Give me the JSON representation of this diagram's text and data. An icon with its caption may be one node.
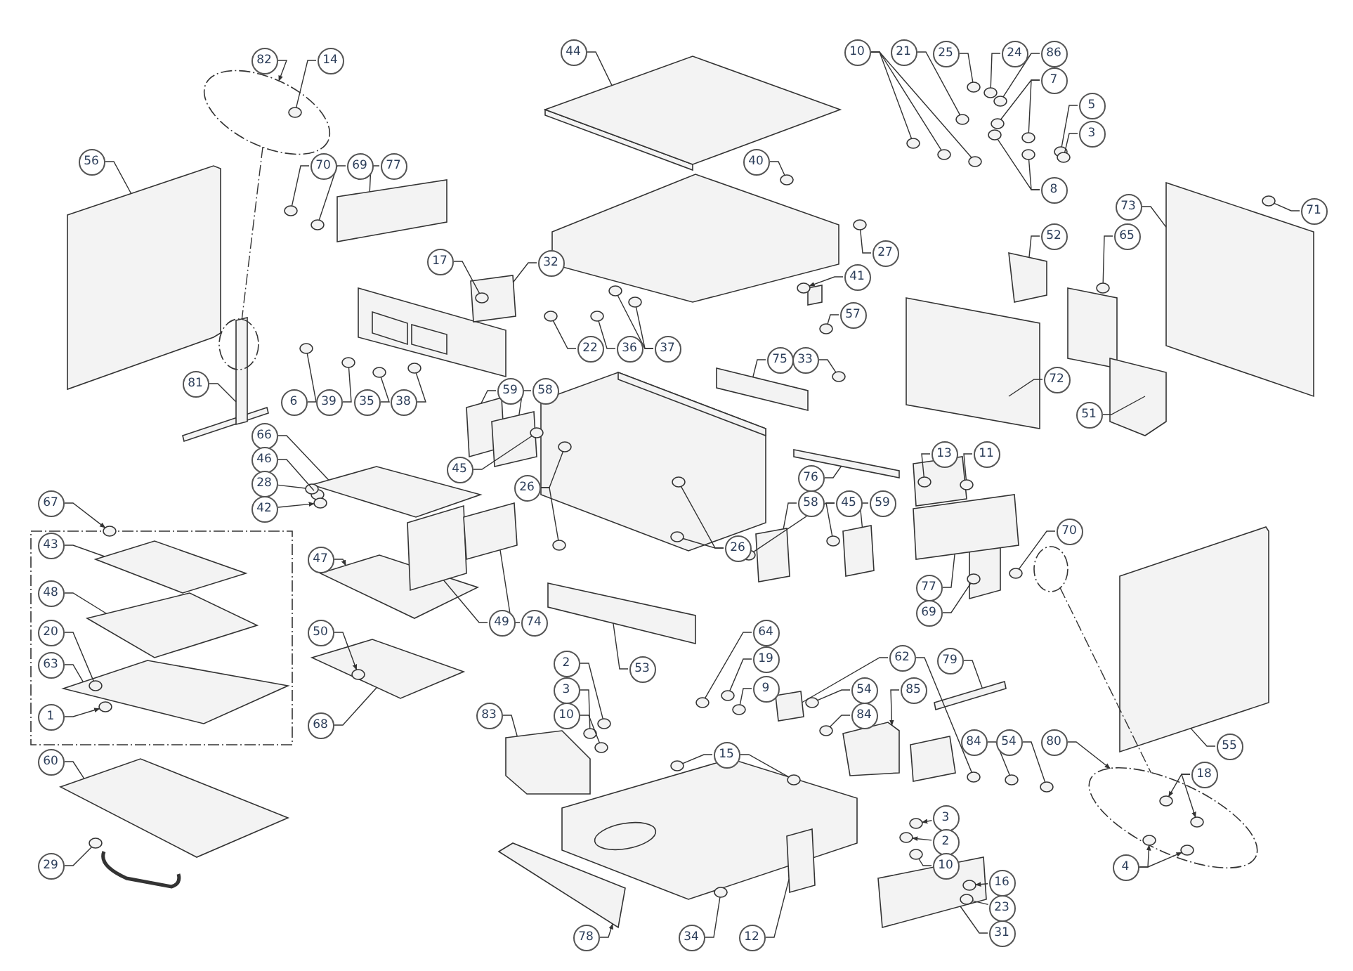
{
  "diagram": {
    "nodes": [
      {
        "text": [
          "82"
        ]
      },
      {
        "text": [
          "14"
        ]
      },
      {
        "text": [
          "44"
        ]
      },
      {
        "text": [
          "10"
        ]
      },
      {
        "text": [
          "21"
        ]
      },
      {
        "text": [
          "25"
        ]
      },
      {
        "text": [
          "24"
        ]
      },
      {
        "text": [
          "86"
        ]
      },
      {
        "text": [
          "7"
        ]
      },
      {
        "text": [
          "5"
        ]
      },
      {
        "text": [
          "3"
        ]
      },
      {
        "text": [
          "56"
        ]
      },
      {
        "text": [
          "70"
        ]
      },
      {
        "text": [
          "69"
        ]
      },
      {
        "text": [
          "77"
        ]
      },
      {
        "text": [
          "40"
        ]
      },
      {
        "text": [
          "8"
        ]
      },
      {
        "text": [
          "73"
        ]
      },
      {
        "text": [
          "71"
        ]
      },
      {
        "text": [
          "52"
        ]
      },
      {
        "text": [
          "65"
        ]
      },
      {
        "text": [
          "27"
        ]
      },
      {
        "text": [
          "17"
        ]
      },
      {
        "text": [
          "32"
        ]
      },
      {
        "text": [
          "41"
        ]
      },
      {
        "text": [
          "57"
        ]
      },
      {
        "text": [
          "22"
        ]
      },
      {
        "text": [
          "36"
        ]
      },
      {
        "text": [
          "37"
        ]
      },
      {
        "text": [
          "75"
        ]
      },
      {
        "text": [
          "33"
        ]
      },
      {
        "text": [
          "72"
        ]
      },
      {
        "text": [
          "81"
        ]
      },
      {
        "text": [
          "6"
        ]
      },
      {
        "text": [
          "39"
        ]
      },
      {
        "text": [
          "35"
        ]
      },
      {
        "text": [
          "38"
        ]
      },
      {
        "text": [
          "59"
        ]
      },
      {
        "text": [
          "58"
        ]
      },
      {
        "text": [
          "51"
        ]
      },
      {
        "text": [
          "66"
        ]
      },
      {
        "text": [
          "13"
        ]
      },
      {
        "text": [
          "11"
        ]
      },
      {
        "text": [
          "46"
        ]
      },
      {
        "text": [
          "45"
        ]
      },
      {
        "text": [
          "76"
        ]
      },
      {
        "text": [
          "28"
        ]
      },
      {
        "text": [
          "26"
        ]
      },
      {
        "text": [
          "42"
        ]
      },
      {
        "text": [
          "67"
        ]
      },
      {
        "text": [
          "58"
        ]
      },
      {
        "text": [
          "45"
        ]
      },
      {
        "text": [
          "59"
        ]
      },
      {
        "text": [
          "70"
        ]
      },
      {
        "text": [
          "43"
        ]
      },
      {
        "text": [
          "26"
        ]
      },
      {
        "text": [
          "47"
        ]
      },
      {
        "text": [
          "77"
        ]
      },
      {
        "text": [
          "48"
        ]
      },
      {
        "text": [
          "69"
        ]
      },
      {
        "text": [
          "49"
        ]
      },
      {
        "text": [
          "74"
        ]
      },
      {
        "text": [
          "64"
        ]
      },
      {
        "text": [
          "20"
        ]
      },
      {
        "text": [
          "50"
        ]
      },
      {
        "text": [
          "79"
        ]
      },
      {
        "text": [
          "53"
        ]
      },
      {
        "text": [
          "62"
        ]
      },
      {
        "text": [
          "19"
        ]
      },
      {
        "text": [
          "2"
        ]
      },
      {
        "text": [
          "63"
        ]
      },
      {
        "text": [
          "9"
        ]
      },
      {
        "text": [
          "3"
        ]
      },
      {
        "text": [
          "54"
        ]
      },
      {
        "text": [
          "85"
        ]
      },
      {
        "text": [
          "10"
        ]
      },
      {
        "text": [
          "83"
        ]
      },
      {
        "text": [
          "84"
        ]
      },
      {
        "text": [
          "1"
        ]
      },
      {
        "text": [
          "68"
        ]
      },
      {
        "text": [
          "84"
        ]
      },
      {
        "text": [
          "54"
        ]
      },
      {
        "text": [
          "80"
        ]
      },
      {
        "text": [
          "55"
        ]
      },
      {
        "text": [
          "15"
        ]
      },
      {
        "text": [
          "60"
        ]
      },
      {
        "text": [
          "18"
        ]
      },
      {
        "text": [
          "3"
        ]
      },
      {
        "text": [
          "2"
        ]
      },
      {
        "text": [
          "29"
        ]
      },
      {
        "text": [
          "10"
        ]
      },
      {
        "text": [
          "4"
        ]
      },
      {
        "text": [
          "16"
        ]
      },
      {
        "text": [
          "23"
        ]
      },
      {
        "text": [
          "31"
        ]
      },
      {
        "text": [
          "78"
        ]
      },
      {
        "text": [
          "34"
        ]
      },
      {
        "text": [
          "12"
        ]
      },
      {
        "text": [],
        "shape": "circle"
      },
      {
        "text": [],
        "shape": "circle",
        "in": 98
      },
      {
        "text": [],
        "shape": "diamond"
      },
      {
        "text": [],
        "shape": "circle"
      },
      {
        "text": [],
        "shape": "circle"
      },
      {
        "text": [],
        "shape": "circle"
      },
      {
        "text": [],
        "shape": "circle"
      },
      {
        "text": [],
        "shape": "circle"
      },
      {
        "text": [],
        "shape": "circle"
      },
      {
        "text": [],
        "shape": "circle"
      },
      {
        "text": [],
        "shape": "circle"
      },
      {
        "text": [],
        "shape": "circle"
      },
      {
        "text": [],
        "shape": "circle"
      },
      {
        "text": [],
        "shape": "circle"
      },
      {
        "text": [],
        "shape": "box"
      },
      {
        "text": [],
        "shape": "circle"
      },
      {
        "text": [],
        "shape": "circle"
      },
      {
        "text": [],
        "shape": "box"
      },
      {
        "text": [],
        "shape": "circle"
      },
      {
        "text": [],
        "shape": "circle"
      },
      {
        "text": [],
        "shape": "circle"
      },
      {
        "text": [],
        "shape": "box"
      },
      {
        "text": [],
        "shape": "circle"
      },
      {
        "text": [],
        "shape": "box"
      },
      {
        "text": [],
        "shape": "circle"
      },
      {
        "text": [],
        "shape": "circle"
      },
      {
        "text": [],
        "shape": "circle",
        "in": 125
      },
      {
        "text": [],
        "shape": "box"
      },
      {
        "text": [],
        "shape": "circle"
      },
      {
        "text": [],
        "shape": "circle"
      },
      {
        "text": [],
        "shape": "circle"
      },
      {
        "text": [],
        "shape": "circle"
      },
      {
        "text": [],
        "shape": "circle"
      },
      {
        "text": [],
        "shape": "circle"
      },
      {
        "text": [],
        "shape": "box"
      },
      {
        "text": [],
        "shape": "circle"
      },
      {
        "text": [],
        "shape": "box"
      },
      {
        "text": [],
        "shape": "box"
      },
      {
        "text": [],
        "shape": "circle"
      },
      {
        "text": [],
        "shape": "circle"
      },
      {
        "text": [],
        "shape": "circle"
      },
      {
        "text": [],
        "shape": "circle"
      },
      {
        "text": [],
        "shape": "box"
      },
      {
        "text": [],
        "shape": "box"
      },
      {
        "text": [],
        "shape": "box"
      },
      {
        "text": [],
        "shape": "box"
      },
      {
        "text": [],
        "shape": "circle"
      },
      {
        "text": [],
        "shape": "circle"
      },
      {
        "text": [],
        "shape": "circle"
      },
      {
        "text": [],
        "shape": "circle"
      },
      {
        "text": [],
        "shape": "box"
      },
      {
        "text": [],
        "shape": "circle"
      },
      {
        "text": [],
        "shape": "circle"
      },
      {
        "text": [],
        "shape": "circle"
      },
      {
        "text": [],
        "shape": "circle"
      },
      {
        "text": [],
        "shape": "circle"
      },
      {
        "text": [],
        "shape": "box"
      },
      {
        "text": [],
        "shape": "circle"
      },
      {
        "text": [],
        "shape": "circle"
      },
      {
        "text": [],
        "shape": "box"
      },
      {
        "text": [],
        "shape": "circle"
      },
      {
        "text": [],
        "shape": "box"
      },
      {
        "text": [],
        "shape": "circle"
      },
      {
        "text": [],
        "shape": "circle"
      },
      {
        "text": [],
        "shape": "box"
      },
      {
        "text": [],
        "shape": "box"
      },
      {
        "text": [],
        "shape": "box"
      },
      {
        "text": [],
        "shape": "circle"
      },
      {
        "text": [],
        "shape": "box"
      },
      {
        "text": [],
        "shape": "box"
      },
      {
        "text": [],
        "shape": "circle"
      },
      {
        "text": [],
        "shape": "circle",
        "in": 177
      },
      {
        "text": [],
        "shape": "circle",
        "in": 186
      },
      {
        "text": [],
        "shape": "box"
      },
      {
        "text": [],
        "shape": "box"
      },
      {
        "text": [],
        "shape": "box"
      },
      {
        "text": [],
        "shape": "circle"
      },
      {
        "text": [],
        "shape": "circle"
      },
      {
        "text": [],
        "shape": "circle"
      },
      {
        "text": [],
        "shape": "box"
      },
      {
        "text": [],
        "shape": "circle"
      },
      {
        "text": [],
        "shape": "circle"
      },
      {
        "text": [],
        "shape": "circle"
      },
      {
        "text": [],
        "shape": "box"
      },
      {
        "text": [],
        "shape": "circle"
      },
      {
        "text": [],
        "shape": "box"
      },
      {
        "text": [],
        "shape": "circle"
      },
      {
        "text": [],
        "shape": "circle"
      },
      {
        "text": [],
        "shape": "box"
      },
      {
        "text": [],
        "shape": "circle"
      },
      {
        "text": [],
        "shape": "circle"
      },
      {
        "text": [],
        "shape": "circle"
      },
      {
        "text": [],
        "shape": "box"
      },
      {
        "text": [],
        "shape": "circle"
      },
      {
        "text": [],
        "shape": "circle"
      },
      {
        "text": [],
        "shape": "box"
      },
      {
        "text": [],
        "shape": "circle",
        "in": 189
      },
      {
        "text": [],
        "shape": "circle",
        "in": 189
      },
      {
        "text": [],
        "shape": "circle"
      },
      {
        "text": [],
        "shape": "circle"
      },
      {
        "text": [],
        "shape": "circle"
      },
      {
        "text": [],
        "shape": "circle"
      },
      {
        "text": [],
        "shape": "circle",
        "in": 189
      },
      {
        "text": [],
        "shape": "circle",
        "in": 189
      },
      {
        "text": [],
        "shape": "circle",
        "in": 204
      },
      {
        "text": [],
        "shape": "circle",
        "in": 204
      },
      {
        "text": [],
        "shape": "box"
      },
      {
        "text": [],
        "shape": "box"
      },
      {
        "text": [],
        "shape": "circle"
      },
      {
        "text": [],
        "shape": "box"
      },
      {
        "text": [],
        "shape": "circle"
      },
      {
        "text": [],
        "shape": "circle"
      }
    ],
    "edges": [
      {
        "from": 0,
        "to": 98,
        "arrow": "to"
      },
      {
        "from": 1,
        "to": 99,
        "arrow": "none"
      },
      {
        "from": 2,
        "to": 100,
        "arrow": "none"
      },
      {
        "from": 3,
        "to": 101,
        "arrow": "none"
      },
      {
        "from": 3,
        "to": 102,
        "arrow": "none"
      },
      {
        "from": 3,
        "to": 103,
        "arrow": "none"
      },
      {
        "from": 4,
        "to": 104,
        "arrow": "none"
      },
      {
        "from": 5,
        "to": 105,
        "arrow": "none"
      },
      {
        "from": 6,
        "to": 106,
        "arrow": "none"
      },
      {
        "from": 7,
        "to": 107,
        "arrow": "none"
      },
      {
        "from": 8,
        "to": 108,
        "arrow": "none"
      },
      {
        "from": 8,
        "to": 109,
        "arrow": "none"
      },
      {
        "from": 9,
        "to": 110,
        "arrow": "none"
      },
      {
        "from": 10,
        "to": 111,
        "arrow": "none"
      },
      {
        "from": 11,
        "to": 112,
        "arrow": "none"
      },
      {
        "from": 12,
        "to": 113,
        "arrow": "none"
      },
      {
        "from": 13,
        "to": 114,
        "arrow": "none"
      },
      {
        "from": 14,
        "to": 115,
        "arrow": "none"
      },
      {
        "from": 15,
        "to": 116,
        "arrow": "none"
      },
      {
        "from": 16,
        "to": 117,
        "arrow": "none"
      },
      {
        "from": 16,
        "to": 118,
        "arrow": "none"
      },
      {
        "from": 17,
        "to": 119,
        "arrow": "none"
      },
      {
        "from": 18,
        "to": 120,
        "arrow": "none"
      },
      {
        "from": 19,
        "to": 121,
        "arrow": "none"
      },
      {
        "from": 20,
        "to": 122,
        "arrow": "none"
      },
      {
        "from": 21,
        "to": 123,
        "arrow": "none"
      },
      {
        "from": 22,
        "to": 124,
        "arrow": "none"
      },
      {
        "from": 23,
        "to": 125,
        "arrow": "none"
      },
      {
        "from": 24,
        "to": 126,
        "arrow": "to"
      },
      {
        "from": 25,
        "to": 127,
        "arrow": "none"
      },
      {
        "from": 26,
        "to": 128,
        "arrow": "none"
      },
      {
        "from": 27,
        "to": 129,
        "arrow": "none"
      },
      {
        "from": 28,
        "to": 130,
        "arrow": "none"
      },
      {
        "from": 28,
        "to": 131,
        "arrow": "none"
      },
      {
        "from": 29,
        "to": 132,
        "arrow": "none"
      },
      {
        "from": 30,
        "to": 133,
        "arrow": "none"
      },
      {
        "from": 31,
        "to": 134,
        "arrow": "none"
      },
      {
        "from": 32,
        "to": 135,
        "arrow": "none"
      },
      {
        "from": 33,
        "to": 136,
        "arrow": "none"
      },
      {
        "from": 34,
        "to": 137,
        "arrow": "none"
      },
      {
        "from": 35,
        "to": 138,
        "arrow": "none"
      },
      {
        "from": 36,
        "to": 139,
        "arrow": "none"
      },
      {
        "from": 37,
        "to": 140,
        "arrow": "none"
      },
      {
        "from": 38,
        "to": 141,
        "arrow": "none"
      },
      {
        "from": 39,
        "to": 142,
        "arrow": "none"
      },
      {
        "from": 40,
        "to": 143,
        "arrow": "none"
      },
      {
        "from": 41,
        "to": 144,
        "arrow": "none"
      },
      {
        "from": 42,
        "to": 145,
        "arrow": "none"
      },
      {
        "from": 43,
        "to": 146,
        "arrow": "none"
      },
      {
        "from": 44,
        "to": 147,
        "arrow": "none"
      },
      {
        "from": 45,
        "to": 148,
        "arrow": "none"
      },
      {
        "from": 46,
        "to": 149,
        "arrow": "none"
      },
      {
        "from": 47,
        "to": 150,
        "arrow": "none"
      },
      {
        "from": 47,
        "to": 151,
        "arrow": "none"
      },
      {
        "from": 48,
        "to": 152,
        "arrow": "to"
      },
      {
        "from": 49,
        "to": 153,
        "arrow": "to"
      },
      {
        "from": 50,
        "to": 154,
        "arrow": "none"
      },
      {
        "from": 51,
        "to": 155,
        "arrow": "none"
      },
      {
        "from": 51,
        "to": 156,
        "arrow": "none"
      },
      {
        "from": 52,
        "to": 157,
        "arrow": "none"
      },
      {
        "from": 53,
        "to": 158,
        "arrow": "none"
      },
      {
        "from": 54,
        "to": 159,
        "arrow": "none"
      },
      {
        "from": 55,
        "to": 160,
        "arrow": "none"
      },
      {
        "from": 55,
        "to": 161,
        "arrow": "none"
      },
      {
        "from": 56,
        "to": 162,
        "arrow": "to"
      },
      {
        "from": 57,
        "to": 163,
        "arrow": "none"
      },
      {
        "from": 58,
        "to": 164,
        "arrow": "none"
      },
      {
        "from": 59,
        "to": 165,
        "arrow": "none"
      },
      {
        "from": 60,
        "to": 166,
        "arrow": "none"
      },
      {
        "from": 61,
        "to": 167,
        "arrow": "none"
      },
      {
        "from": 62,
        "to": 168,
        "arrow": "none"
      },
      {
        "from": 63,
        "to": 169,
        "arrow": "none"
      },
      {
        "from": 64,
        "to": 170,
        "arrow": "to"
      },
      {
        "from": 65,
        "to": 171,
        "arrow": "none"
      },
      {
        "from": 66,
        "to": 172,
        "arrow": "none"
      },
      {
        "from": 67,
        "to": 173,
        "arrow": "none"
      },
      {
        "from": 67,
        "to": 174,
        "arrow": "none"
      },
      {
        "from": 68,
        "to": 175,
        "arrow": "none"
      },
      {
        "from": 69,
        "to": 176,
        "arrow": "none"
      },
      {
        "from": 70,
        "to": 177,
        "arrow": "none"
      },
      {
        "from": 71,
        "to": 178,
        "arrow": "none"
      },
      {
        "from": 72,
        "to": 179,
        "arrow": "none"
      },
      {
        "from": 73,
        "to": 180,
        "arrow": "none"
      },
      {
        "from": 74,
        "to": 181,
        "arrow": "to"
      },
      {
        "from": 75,
        "to": 182,
        "arrow": "none"
      },
      {
        "from": 76,
        "to": 183,
        "arrow": "none"
      },
      {
        "from": 77,
        "to": 184,
        "arrow": "none"
      },
      {
        "from": 78,
        "to": 185,
        "arrow": "to"
      },
      {
        "from": 79,
        "to": 186,
        "arrow": "none"
      },
      {
        "from": 80,
        "to": 187,
        "arrow": "none"
      },
      {
        "from": 81,
        "to": 188,
        "arrow": "none"
      },
      {
        "from": 82,
        "to": 189,
        "arrow": "to"
      },
      {
        "from": 83,
        "to": 190,
        "arrow": "none"
      },
      {
        "from": 84,
        "to": 191,
        "arrow": "none"
      },
      {
        "from": 84,
        "to": 192,
        "arrow": "none"
      },
      {
        "from": 85,
        "to": 193,
        "arrow": "none"
      },
      {
        "from": 86,
        "to": 194,
        "arrow": "to"
      },
      {
        "from": 86,
        "to": 195,
        "arrow": "to"
      },
      {
        "from": 87,
        "to": 196,
        "arrow": "to"
      },
      {
        "from": 88,
        "to": 197,
        "arrow": "to"
      },
      {
        "from": 89,
        "to": 198,
        "arrow": "none"
      },
      {
        "from": 90,
        "to": 199,
        "arrow": "none"
      },
      {
        "from": 91,
        "to": 200,
        "arrow": "to"
      },
      {
        "from": 91,
        "to": 201,
        "arrow": "to"
      },
      {
        "from": 92,
        "to": 202,
        "arrow": "to"
      },
      {
        "from": 93,
        "to": 203,
        "arrow": "none"
      },
      {
        "from": 94,
        "to": 204,
        "arrow": "none"
      },
      {
        "from": 95,
        "to": 205,
        "arrow": "to"
      },
      {
        "from": 96,
        "to": 206,
        "arrow": "none"
      },
      {
        "from": 97,
        "to": 207,
        "arrow": "none"
      },
      {
        "from": 98,
        "to": 208,
        "arrow": "none",
        "style": "dashed"
      },
      {
        "from": 209,
        "to": 189,
        "arrow": "none",
        "style": "dashed"
      }
    ]
  }
}
